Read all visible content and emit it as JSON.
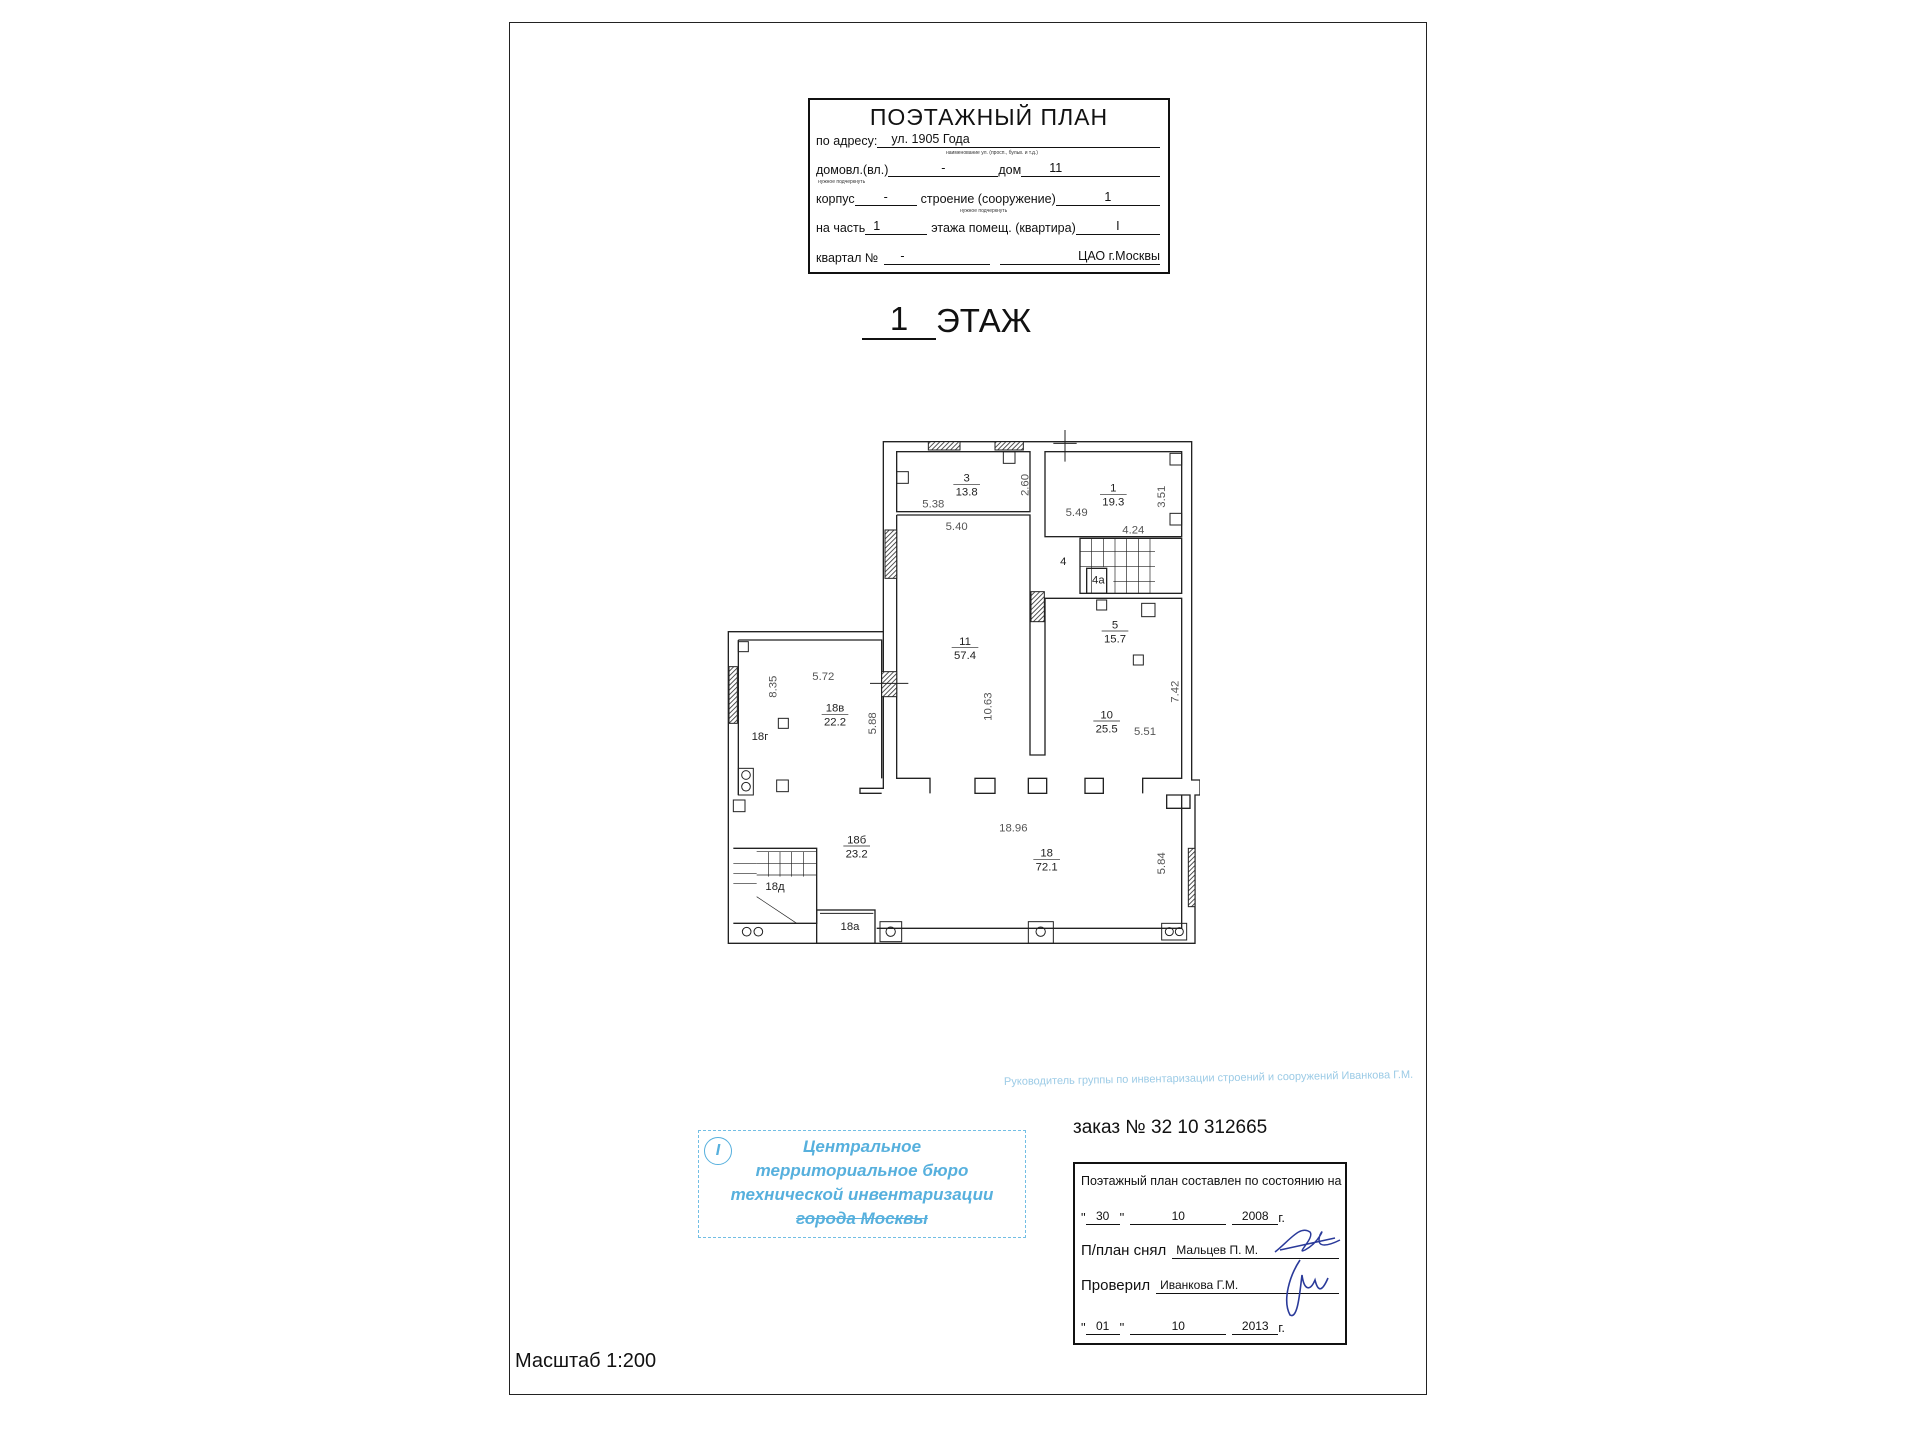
{
  "title_block": {
    "title": "ПОЭТАЖНЫЙ ПЛАН",
    "address_label": "по адресу:",
    "address_value": "ул. 1905 Года",
    "address_hint": "наименование ул. (просп., бульв. и т.д.)",
    "domovl_label": "домовл.(вл.)",
    "domovl_value": "-",
    "domovl_hint": "нужное подчеркнуть",
    "dom_label": "дом",
    "dom_value": "11",
    "korpus_label": "корпус",
    "korpus_value": "-",
    "stroenie_label": "строение (сооружение)",
    "stroenie_value": "1",
    "stroenie_hint": "нужное подчеркнуть",
    "part_label": "на часть",
    "part_value": "1",
    "floor_room_label": "этажа помещ. (квартира)",
    "floor_room_value": "I",
    "kvartal_label": "квартал №",
    "kvartal_value": "-",
    "district_value": "ЦАО г.Москвы"
  },
  "floor_heading": {
    "number": "1",
    "label": "ЭТАЖ"
  },
  "plan": {
    "rooms": [
      {
        "number": "3",
        "area": "13.8"
      },
      {
        "number": "1",
        "area": "19.3"
      },
      {
        "number": "11",
        "area": "57.4"
      },
      {
        "number": "5",
        "area": "15.7"
      },
      {
        "number": "10",
        "area": "25.5"
      },
      {
        "number": "18в",
        "area": "22.2"
      },
      {
        "number": "18б",
        "area": "23.2"
      },
      {
        "number": "18",
        "area": "72.1"
      }
    ],
    "labels": [
      "4",
      "4а",
      "18г",
      "18д",
      "18а"
    ],
    "dimensions": [
      "5.38",
      "2.60",
      "5.40",
      "5.49",
      "3.51",
      "4.24",
      "10.63",
      "7.42",
      "5.51",
      "8.35",
      "5.72",
      "5.88",
      "18.96",
      "5.84"
    ]
  },
  "faint_note": "Руководитель группы по инвентаризации строений и сооружений Иванкова Г.М.",
  "stamp": {
    "mark": "I",
    "lines": [
      "Центральное",
      "территориальное бюро",
      "технической инвентаризации",
      "города Москвы"
    ]
  },
  "order": "заказ № 32 10 312665",
  "signoff": {
    "heading": "Поэтажный план составлен по состоянию на",
    "date1": {
      "day": "30",
      "month": "10",
      "year": "2008",
      "suffix": "г."
    },
    "drawn_label": "П/план снял",
    "drawn_name": "Мальцев П. М.",
    "checked_label": "Проверил",
    "checked_name": "Иванкова Г.М.",
    "date2": {
      "day": "01",
      "month": "10",
      "year": "2013",
      "suffix": "г."
    },
    "quote": "\""
  },
  "scale": "Масштаб 1:200",
  "colors": {
    "stamp": "#3aa3d8",
    "signature": "#2a3a9a"
  }
}
